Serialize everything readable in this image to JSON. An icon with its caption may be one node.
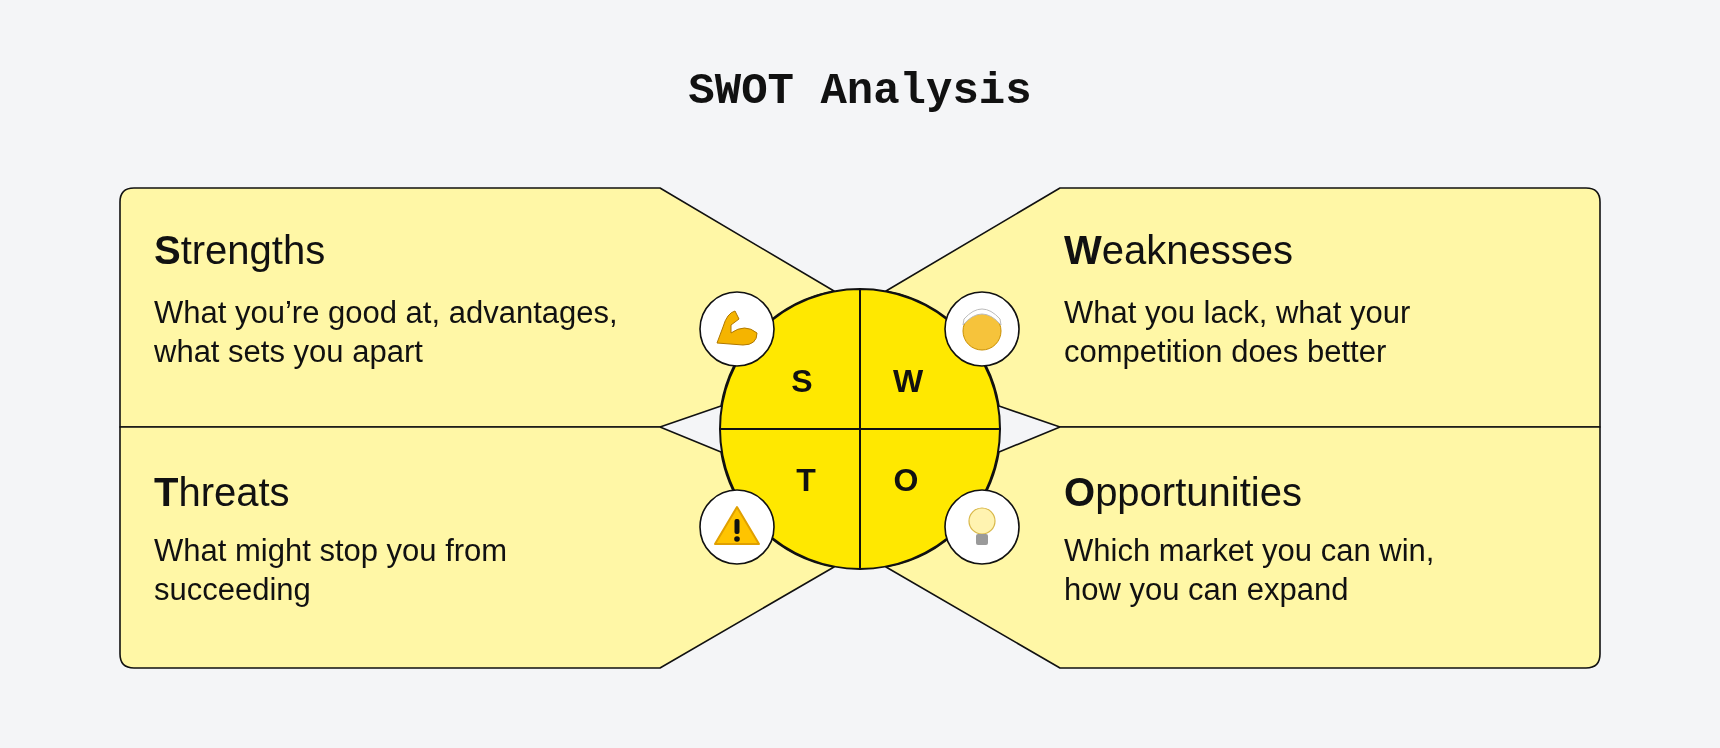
{
  "diagram": {
    "title": "SWOT Analysis",
    "nodes": [
      {
        "text": [
          "**S**trengths",
          "What you’re good at, advantages, what sets you apart"
        ]
      },
      {
        "text": [
          "**W**eaknesses",
          "What you lack, what your competition does better"
        ]
      },
      {
        "text": [
          "**T**hreats",
          "What might stop you from succeeding"
        ]
      },
      {
        "text": [
          "**O**pportunities",
          "Which market you can win, how you can expand"
        ]
      },
      {
        "text": [
          "S"
        ]
      },
      {
        "text": [
          "W"
        ]
      },
      {
        "text": [
          "T"
        ]
      },
      {
        "text": [
          "O"
        ]
      }
    ]
  }
}
